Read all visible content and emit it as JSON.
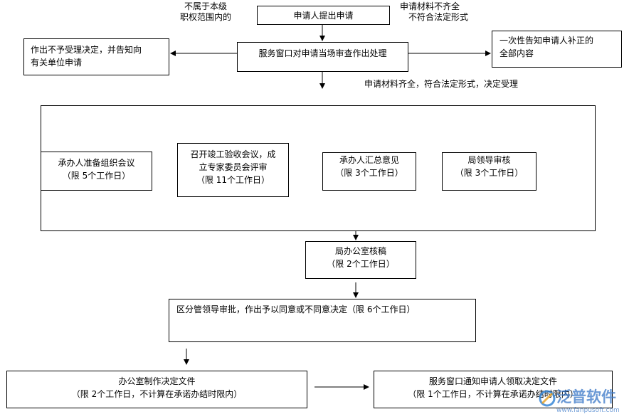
{
  "notes": {
    "not_in_scope_1": "不属于本级",
    "not_in_scope_2": "职权范围内的",
    "incomplete_1": "申请材料不齐全",
    "incomplete_2": "不符合法定形式",
    "complete": "申请材料齐全，符合法定形式，决定受理"
  },
  "boxes": {
    "apply": "申请人提出申请",
    "window_review": "服务窗口对申请当场审查作出处理",
    "reject_1": "作出不予受理决定，并告知向",
    "reject_2": "有关单位申请",
    "notify_1": "一次性告知申请人补正的",
    "notify_2": "全部内容",
    "organize_1": "承办人准备组织会议",
    "organize_2": "（限 5个工作日）",
    "expert_1": "召开竣工验收会议，成",
    "expert_2": "立专家委员会评审",
    "expert_3": "（限 11个工作日）",
    "summary_1": "承办人汇总意见",
    "summary_2": "（限 3个工作日）",
    "leader_1": "局领导审核",
    "leader_2": "（限 3个工作日）",
    "office_1": "局办公室核稿",
    "office_2": "（限 2个工作日）",
    "approve": "区分管领导审批，作出予以同意或不同意决定（限 6个工作日）",
    "draft_1": "办公室制作决定文件",
    "draft_2": "（限 2个工作日，不计算在承诺办结时限内）",
    "pickup_1": "服务窗口通知申请人领取决定文件",
    "pickup_2": "（限 1个工作日，不计算在承诺办结时限内）"
  },
  "watermark": {
    "brand": "泛普软件",
    "url": "www.fanpusoft.com",
    "logo": "fanpu-logo-icon"
  }
}
